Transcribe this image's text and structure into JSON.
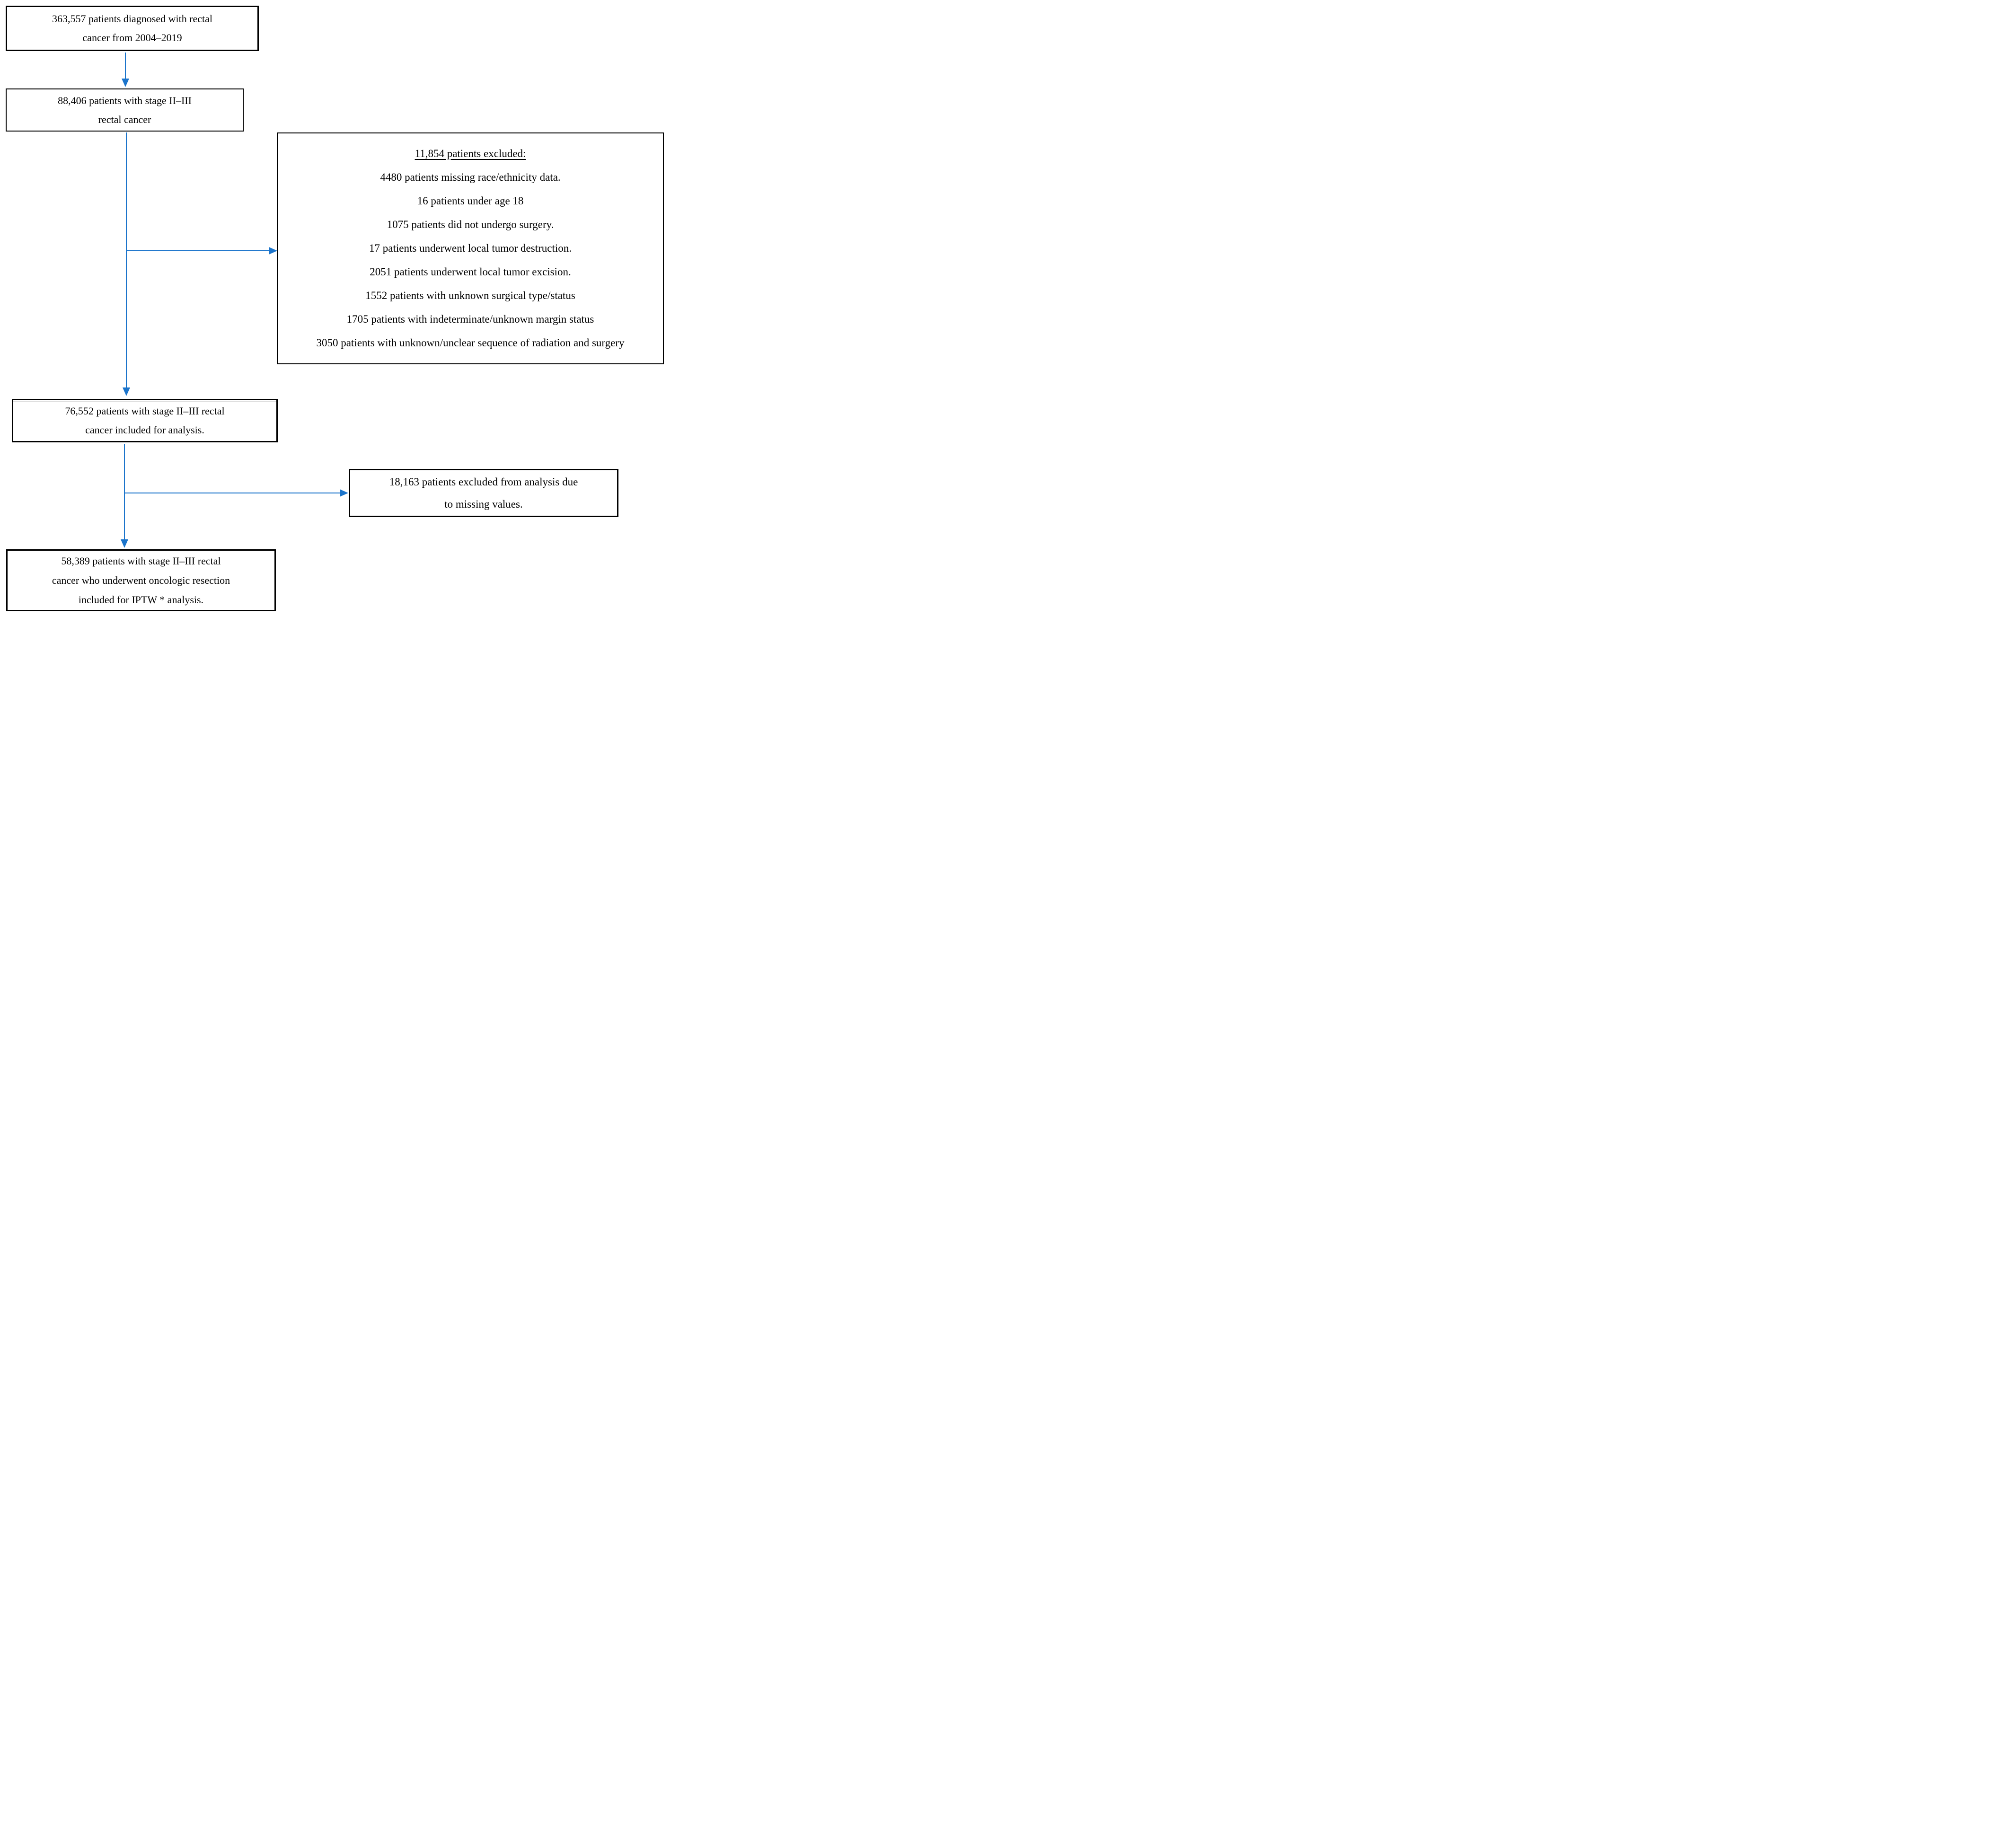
{
  "diagram": {
    "type": "patient-flow-consort",
    "arrow_color": "#1b74cb",
    "border_color": "#000000",
    "background_color": "#ffffff",
    "boxes": {
      "diagnosed": {
        "text": "363,557 patients diagnosed with rectal\ncancer from 2004–2019"
      },
      "stage_ii_iii": {
        "text": "88,406 patients with stage II–III\nrectal cancer"
      },
      "included_analysis": {
        "text": "76,552 patients with stage II–III rectal\ncancer included for analysis."
      },
      "excluded_missing_values": {
        "text": "18,163 patients excluded from analysis due\nto missing values."
      },
      "iptw_analysis": {
        "text": "58,389 patients with stage II–III rectal\ncancer who underwent oncologic resection\nincluded for IPTW * analysis."
      }
    },
    "exclusion_box": {
      "heading": "11,854 patients excluded:",
      "items": [
        "4480 patients missing race/ethnicity data.",
        "16 patients under age 18",
        "1075 patients did not undergo surgery.",
        "17 patients underwent local tumor destruction.",
        "2051 patients underwent local tumor excision.",
        "1552 patients with unknown surgical type/status",
        "1705 patients with indeterminate/unknown margin status",
        "3050 patients with unknown/unclear sequence of radiation and surgery"
      ]
    }
  }
}
